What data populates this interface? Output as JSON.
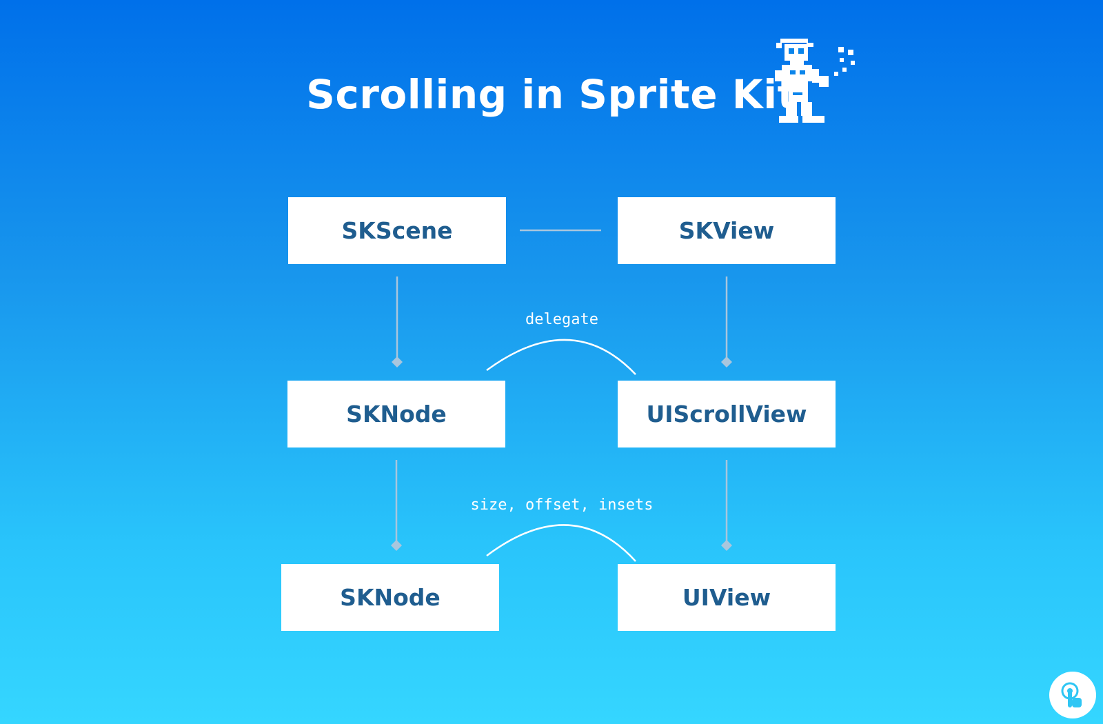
{
  "title": "Scrolling in Sprite Kit",
  "nodes": {
    "skscene": "SKScene",
    "skview": "SKView",
    "sknode_content": "SKNode",
    "uiscrollview": "UIScrollView",
    "sknode_bottom": "SKNode",
    "uiview": "UIView"
  },
  "edges": {
    "delegate": "delegate",
    "size_offset_insets": "size, offset, insets"
  },
  "icons": {
    "mascot": "pixel-robot-icon",
    "badge": "pointer-finger-icon"
  },
  "colors": {
    "background_top": "#0070ea",
    "background_bottom": "#35d6ff",
    "node_fill": "#ffffff",
    "node_text": "#1f5d8f",
    "connector": "#a9c6dd"
  }
}
